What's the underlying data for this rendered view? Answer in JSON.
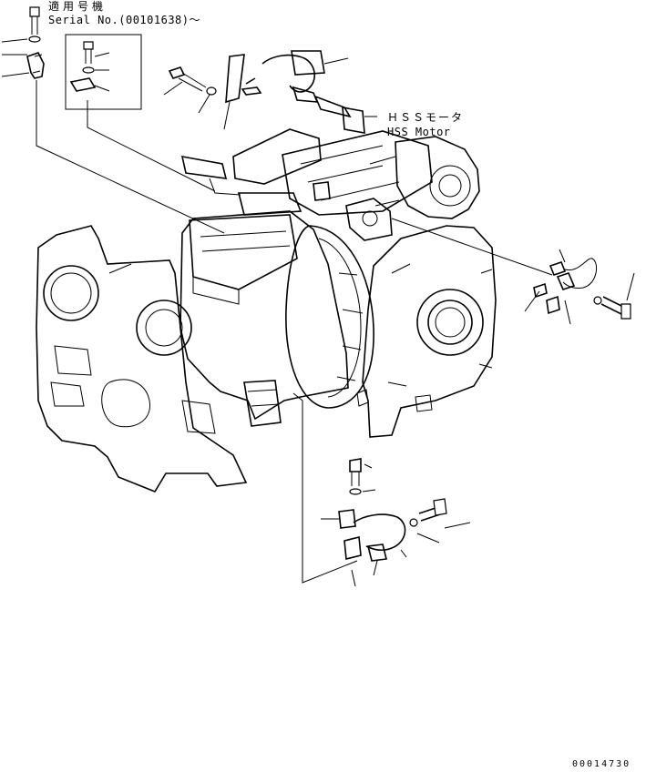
{
  "serial_label_jp": "適用号機",
  "serial_label_en": "Serial No.(00101638)～",
  "hss_label_jp": "ＨＳＳモータ",
  "hss_label_en": "HSS Motor",
  "drawing_number": "00014730"
}
